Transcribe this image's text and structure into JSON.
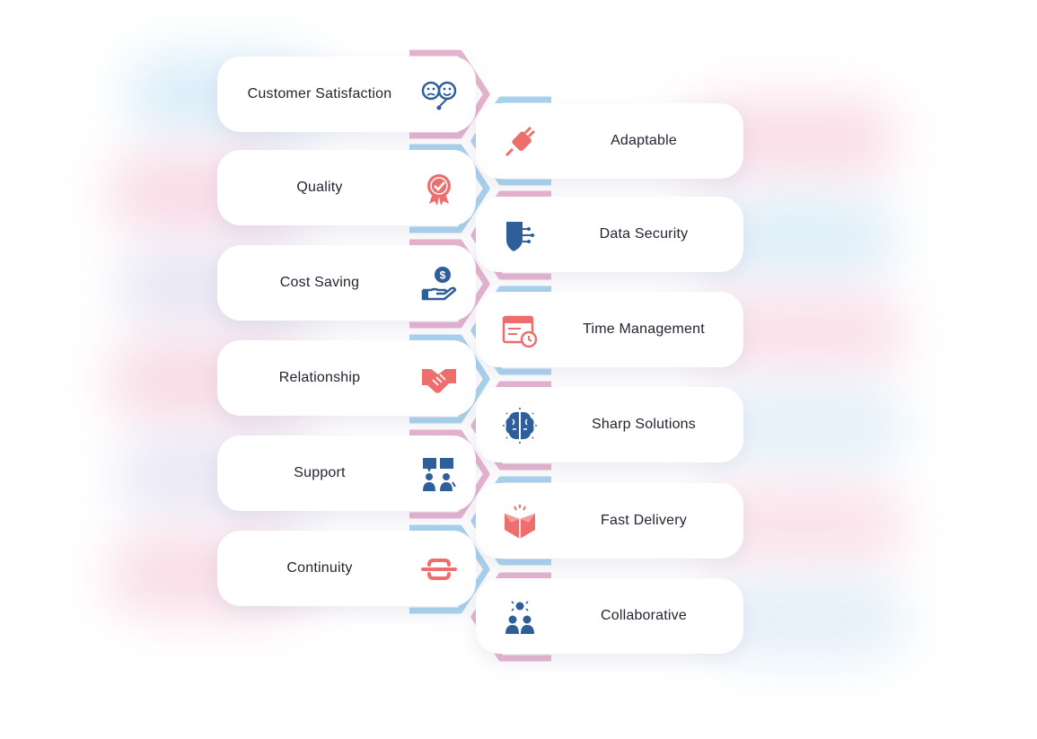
{
  "colors": {
    "pink": "#e7b3cf",
    "blue": "#a9d3ee",
    "coral": "#ee6e6e",
    "navy": "#2f5f9a"
  },
  "items": [
    {
      "label": "Customer Satisfaction",
      "icon": "smiley-faces-icon",
      "side": "left"
    },
    {
      "label": "Adaptable",
      "icon": "plug-icon",
      "side": "right"
    },
    {
      "label": "Quality",
      "icon": "quality-badge-icon",
      "side": "left"
    },
    {
      "label": "Data Security",
      "icon": "shield-icon",
      "side": "right"
    },
    {
      "label": "Cost Saving",
      "icon": "hand-coin-icon",
      "side": "left"
    },
    {
      "label": "Time Management",
      "icon": "calendar-clock-icon",
      "side": "right"
    },
    {
      "label": "Relationship",
      "icon": "handshake-icon",
      "side": "left"
    },
    {
      "label": "Sharp Solutions",
      "icon": "brain-icon",
      "side": "right"
    },
    {
      "label": "Support",
      "icon": "support-team-icon",
      "side": "left"
    },
    {
      "label": "Fast Delivery",
      "icon": "open-box-icon",
      "side": "right"
    },
    {
      "label": "Continuity",
      "icon": "chain-link-icon",
      "side": "left"
    },
    {
      "label": "Collaborative",
      "icon": "team-icon",
      "side": "right"
    }
  ]
}
